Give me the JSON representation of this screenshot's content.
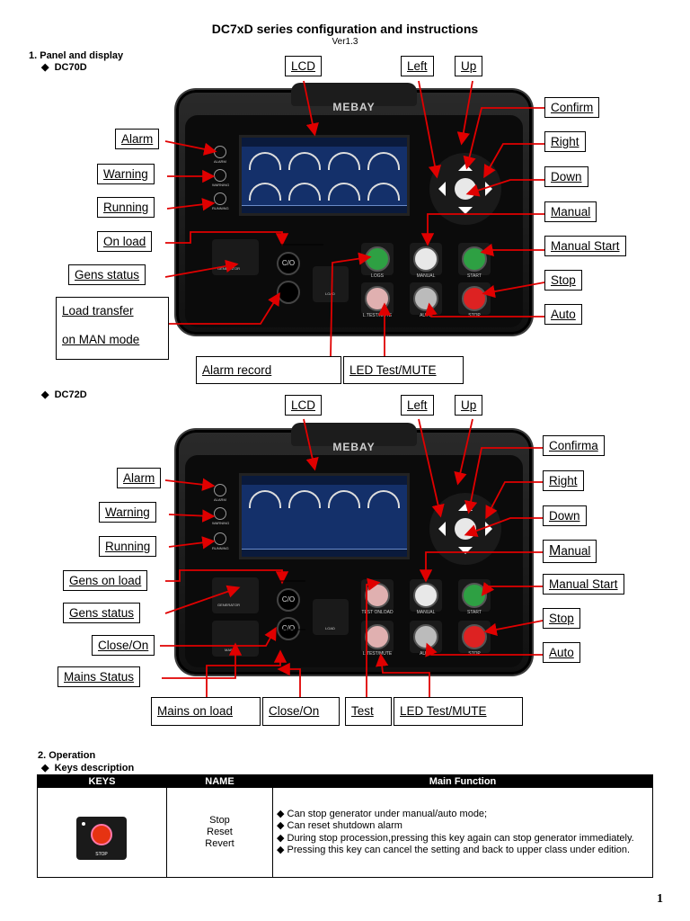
{
  "doc": {
    "title": "DC7xD series configuration and instructions",
    "version": "Ver1.3",
    "section1": "1. Panel and display",
    "model1": "DC70D",
    "model2": "DC72D",
    "section2": "2. Operation",
    "keys_heading": "Keys description",
    "page_number": "1"
  },
  "panel": {
    "brand": "MEBAY",
    "dc70d_labels": {
      "lcd": "LCD",
      "left": "Left",
      "up": "Up",
      "confirm": "Confirm",
      "right": "Right",
      "down": "Down",
      "manual": "Manual",
      "manual_start": "Manual Start",
      "stop": "Stop",
      "auto": "Auto",
      "alarm": "Alarm",
      "warning": "Warning",
      "running": "Running",
      "on_load": "On load",
      "gens_status": "Gens status",
      "load_transfer_1": "Load transfer",
      "load_transfer_2": "on MAN mode",
      "alarm_record": "Alarm record",
      "led_test": "LED Test/MUTE"
    },
    "dc72d_labels": {
      "lcd": "LCD",
      "left": "Left",
      "up": "Up",
      "confirma": "Confirma",
      "right": "Right",
      "down": "Down",
      "manual_M": "M",
      "manual_rest": "anual",
      "manual_start": "Manual Start",
      "stop": "Stop",
      "auto": "Auto",
      "alarm": "Alarm",
      "warning": "Warning",
      "running": "Running",
      "gens_on_load": "Gens on load",
      "gens_status": "Gens  status",
      "close_on_left": "Close/On",
      "mains_status": "Mains  Status",
      "mains_on_load": "Mains on load",
      "close_on_bottom": "Close/On",
      "test": "Test",
      "led_test": "LED Test/MUTE"
    },
    "key_labels": {
      "logs": "LOGS",
      "manual": "MANUAL",
      "start": "START",
      "ltest": "L.TEST/MUTE",
      "auto": "AUTO",
      "stop": "STOP",
      "test_onload": "TEST ONLOAD",
      "generator": "GENERATOR",
      "load": "LOAD",
      "mains": "MAIN",
      "alarm": "ALARM",
      "warning": "WARNING",
      "running": "RUNNING",
      "co": "C/O"
    }
  },
  "table": {
    "headers": [
      "KEYS",
      "NAME",
      "Main Function"
    ],
    "row": {
      "key_label": "STOP",
      "names": [
        "Stop",
        "Reset",
        "Revert"
      ],
      "functions": [
        "◆  Can stop generator under manual/auto mode;",
        "◆  Can reset shutdown alarm",
        "◆  During stop procession,pressing this key again can stop generator immediately.",
        "◆  Pressing this key can cancel the setting and back to upper class under edition."
      ]
    }
  },
  "colors": {
    "arrow": "#e00000",
    "lcd": "#14306a"
  }
}
